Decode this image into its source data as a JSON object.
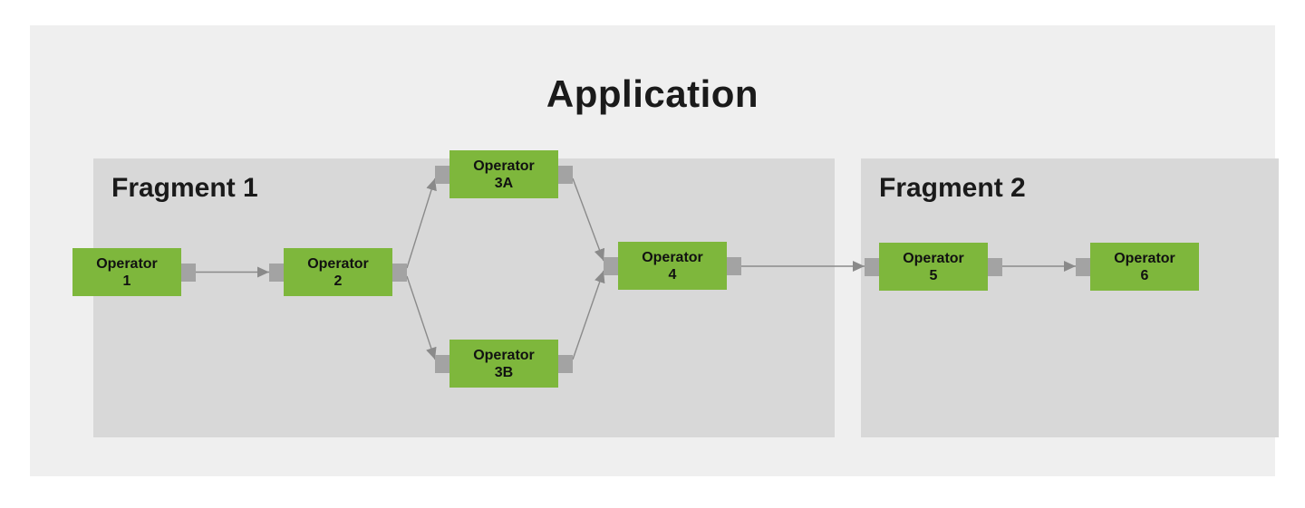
{
  "diagram": {
    "title": "Application",
    "fragments": [
      {
        "label": "Fragment 1"
      },
      {
        "label": "Fragment 2"
      }
    ]
  },
  "operators": [
    {
      "line1": "Operator",
      "line2": "1",
      "fragment": "Fragment 1"
    },
    {
      "line1": "Operator",
      "line2": "2",
      "fragment": "Fragment 1"
    },
    {
      "line1": "Operator",
      "line2": "3A",
      "fragment": "Fragment 1"
    },
    {
      "line1": "Operator",
      "line2": "3B",
      "fragment": "Fragment 1"
    },
    {
      "line1": "Operator",
      "line2": "4",
      "fragment": "Fragment 1"
    },
    {
      "line1": "Operator",
      "line2": "5",
      "fragment": "Fragment 2"
    },
    {
      "line1": "Operator",
      "line2": "6",
      "fragment": "Fragment 2"
    }
  ],
  "connections": [
    {
      "from": "Operator 1",
      "to": "Operator 2"
    },
    {
      "from": "Operator 2",
      "to": "Operator 3A"
    },
    {
      "from": "Operator 2",
      "to": "Operator 3B"
    },
    {
      "from": "Operator 3A",
      "to": "Operator 4"
    },
    {
      "from": "Operator 3B",
      "to": "Operator 4"
    },
    {
      "from": "Operator 4",
      "to": "Operator 5"
    },
    {
      "from": "Operator 5",
      "to": "Operator 6"
    }
  ],
  "colors": {
    "page_bg": "#ffffff",
    "application_bg": "#efefef",
    "fragment_bg": "#d8d8d8",
    "operator_fill": "#7eb73c",
    "port_fill": "#a3a3a3",
    "connector": "#8a8a8a",
    "text": "#1a1a1a"
  }
}
